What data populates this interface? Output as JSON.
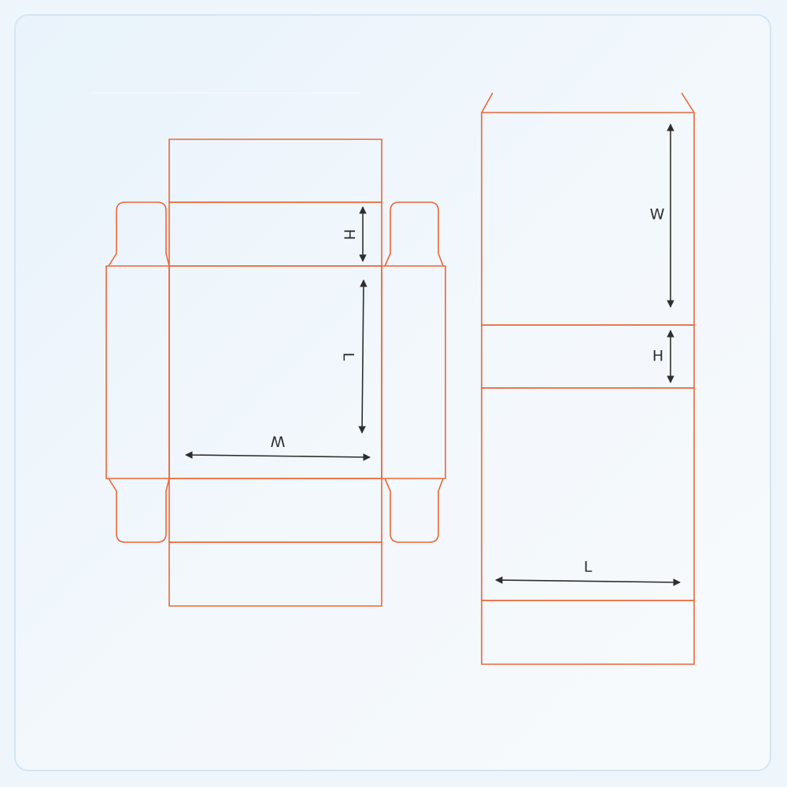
{
  "colors": {
    "background": "#eef5fb",
    "frame_border": "#d3e6f3",
    "cut_line": "#e8673a",
    "dimension": "#2e2e2e"
  },
  "left_box": {
    "dimensions": {
      "height_label": "H",
      "length_label": "L",
      "width_label": "W"
    }
  },
  "right_box": {
    "dimensions": {
      "width_label": "W",
      "height_label": "H",
      "length_label": "L"
    }
  }
}
